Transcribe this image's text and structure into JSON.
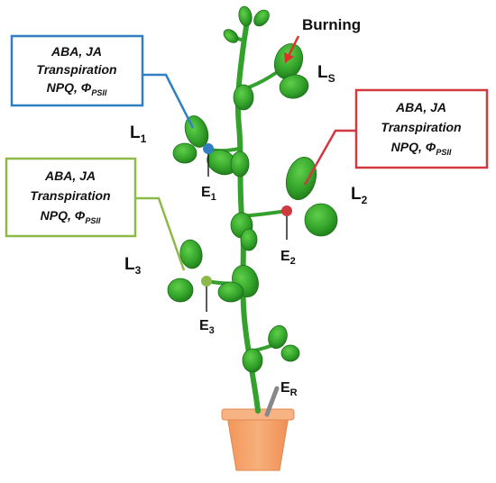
{
  "colors": {
    "blue": "#2f7fc1",
    "red": "#d0393f",
    "green": "#8db84a",
    "leaf": "#3aa72e",
    "leaf_dark": "#237a1e",
    "stem": "#33a12c",
    "pot": "#f6a46c",
    "pot_rim": "#f8b384",
    "arrow": "#e0302a"
  },
  "boxes": {
    "L1": {
      "line1": "ABA, JA",
      "line2": "Transpiration",
      "line3": "NPQ, Φ",
      "sub": "PSII"
    },
    "L2": {
      "line1": "ABA, JA",
      "line2": "Transpiration",
      "line3": "NPQ, Φ",
      "sub": "PSII"
    },
    "L3": {
      "line1": "ABA, JA",
      "line2": "Transpiration",
      "line3": "NPQ, Φ",
      "sub": "PSII"
    }
  },
  "labels": {
    "burning": "Burning",
    "LS": {
      "main": "L",
      "sub": "S"
    },
    "L1": {
      "main": "L",
      "sub": "1"
    },
    "L2": {
      "main": "L",
      "sub": "2"
    },
    "L3": {
      "main": "L",
      "sub": "3"
    },
    "E1": {
      "main": "E",
      "sub": "1"
    },
    "E2": {
      "main": "E",
      "sub": "2"
    },
    "E3": {
      "main": "E",
      "sub": "3"
    },
    "ER": {
      "main": "E",
      "sub": "R"
    }
  }
}
